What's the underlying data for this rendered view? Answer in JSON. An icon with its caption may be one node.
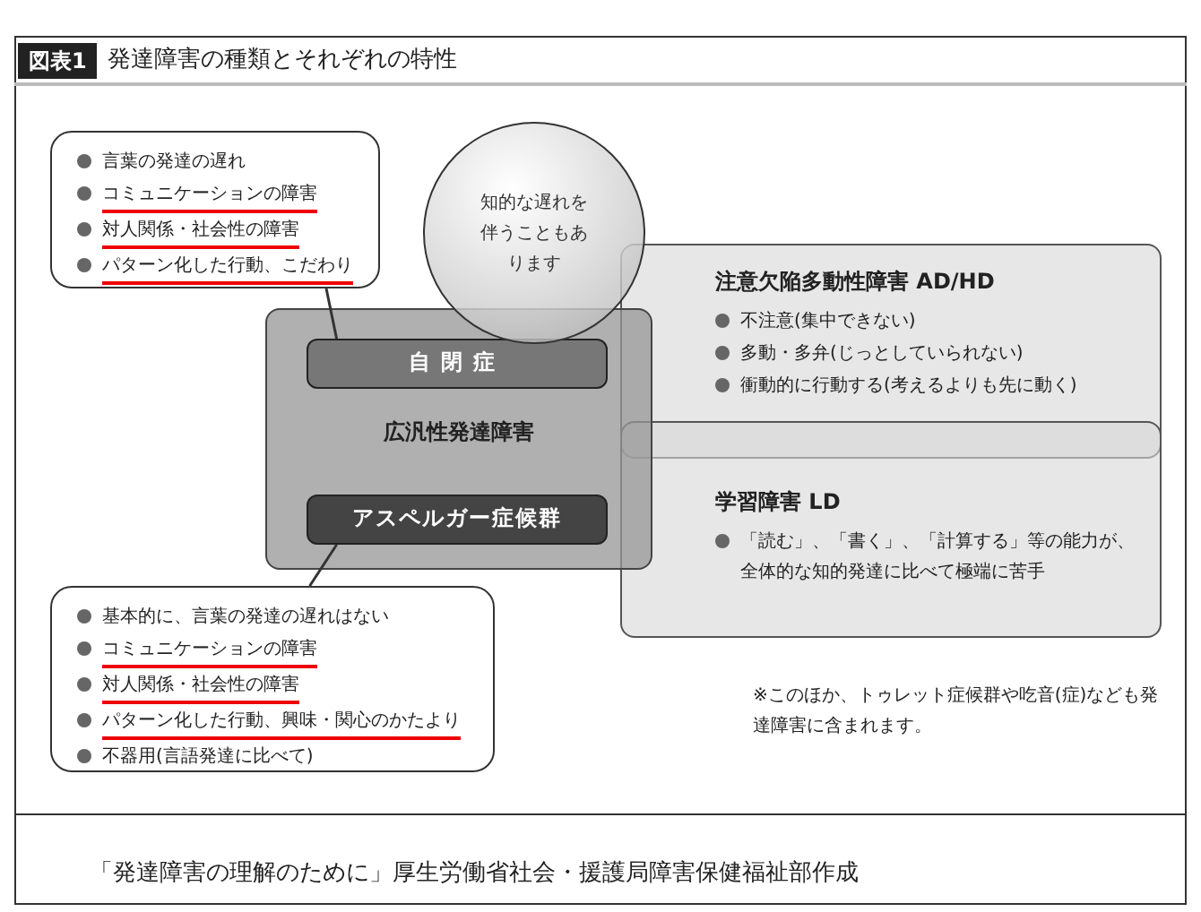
{
  "diagram": {
    "title": "発達障害の種類とそれぞれの特性",
    "caption": "「発達障害の理解のために」厚生労働省社会・援護局障害保健福祉部作成",
    "nodes": [
      {
        "text": [
          "言葉の発達の遅れ",
          "コミュニケーションの障害",
          "対人関係・社会性の障害",
          "パターン化した行動、こだわり"
        ]
      },
      {
        "text": [
          "知的な遅れを伴うこともあります"
        ]
      },
      {
        "text": [
          "広汎性発達障害"
        ]
      },
      {
        "text": [
          "自閉症"
        ],
        "in": 2
      },
      {
        "text": [
          "アスペルガー症候群"
        ],
        "in": 2
      },
      {
        "text": [
          "注意欠陥多動性障害 AD/HD",
          "不注意(集中できない)",
          "多動・多弁(じっとしていられない)",
          "衝動的に行動する(考えるよりも先に動く)"
        ]
      },
      {
        "text": [
          "学習障害 LD",
          "「読む」、「書く」、「計算する」等の能力が、全体的な知的発達に比べて極端に苦手"
        ]
      },
      {
        "text": [
          "基本的に、言葉の発達の遅れはない",
          "コミュニケーションの障害",
          "対人関係・社会性の障害",
          "パターン化した行動、興味・関心のかたより",
          "不器用(言語発達に比べて)"
        ]
      }
    ],
    "edges": [
      {
        "from": 0,
        "to": 3,
        "arrow": "none"
      },
      {
        "from": 7,
        "to": 4,
        "arrow": "none"
      }
    ],
    "labels": [
      "図表1",
      "※このほか、トゥレット症候群や吃音(症)なども発達障害に含まれます。"
    ]
  }
}
